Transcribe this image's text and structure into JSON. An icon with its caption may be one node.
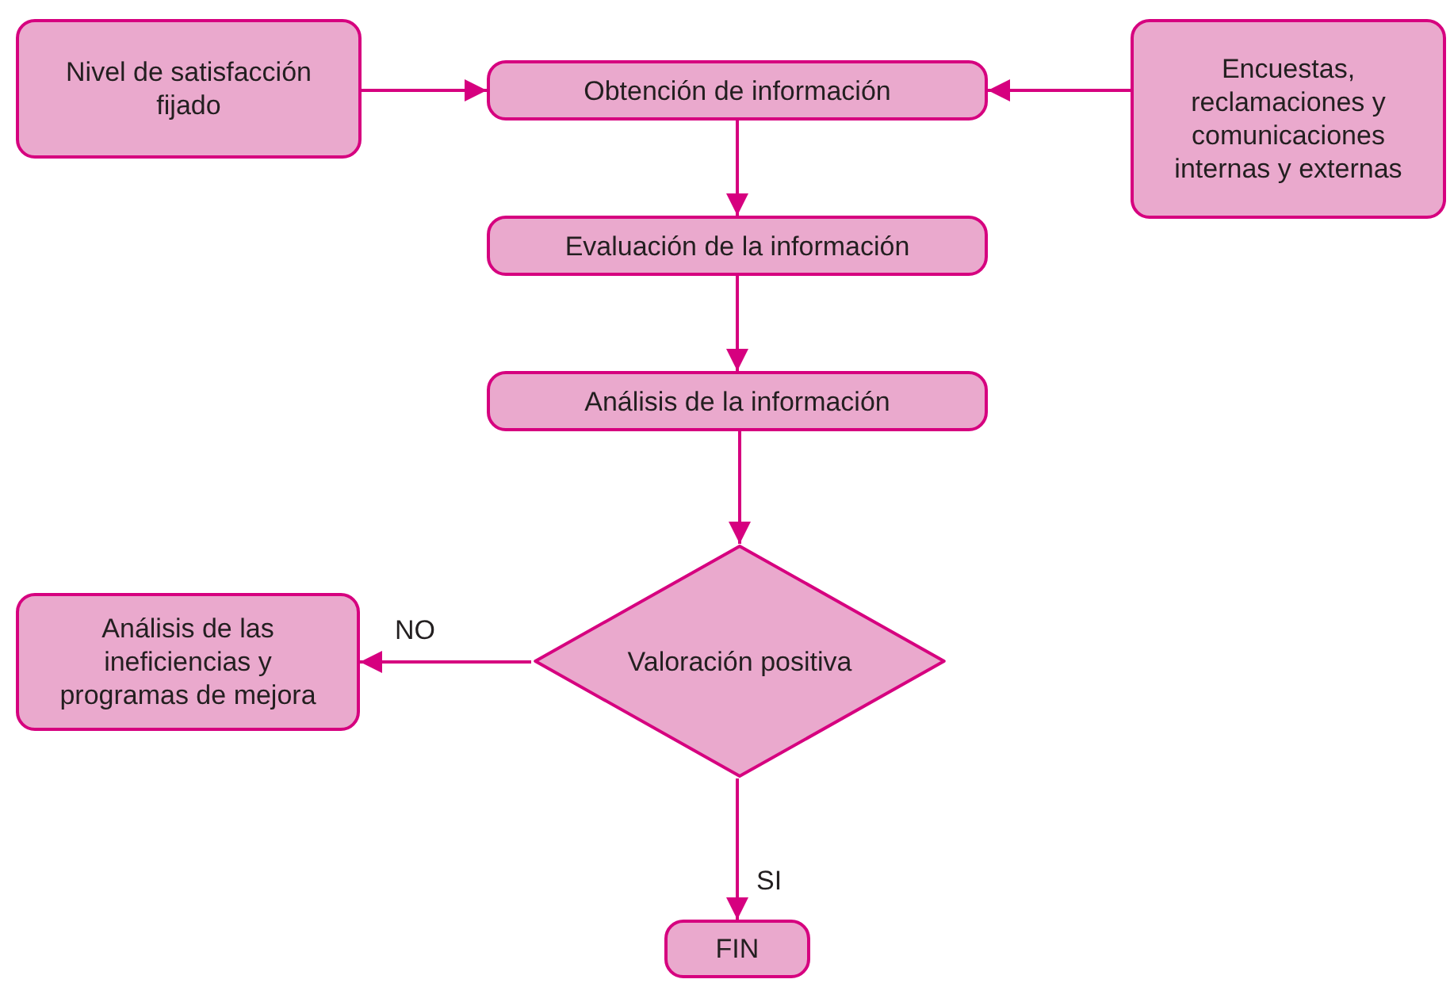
{
  "diagram": {
    "nodes": [
      {
        "text": [
          "Nivel de satisfacción fijado"
        ]
      },
      {
        "text": [
          "Obtención de información"
        ]
      },
      {
        "text": [
          "Encuestas, reclamaciones y comunicaciones internas y externas"
        ]
      },
      {
        "text": [
          "Evaluación de la información"
        ]
      },
      {
        "text": [
          "Análisis de la información"
        ]
      },
      {
        "text": [
          "Valoración positiva"
        ]
      },
      {
        "text": [
          "Análisis de las ineficiencias y programas de mejora"
        ]
      },
      {
        "text": [
          "FIN"
        ]
      }
    ],
    "edges": [
      {
        "from": 0,
        "to": 1,
        "arrow": "to"
      },
      {
        "from": 2,
        "to": 1,
        "arrow": "to"
      },
      {
        "from": 1,
        "to": 3,
        "arrow": "to"
      },
      {
        "from": 3,
        "to": 4,
        "arrow": "to"
      },
      {
        "from": 4,
        "to": 5,
        "arrow": "to"
      },
      {
        "from": 5,
        "to": 6,
        "arrow": "to",
        "label": "NO"
      },
      {
        "from": 5,
        "to": 7,
        "arrow": "to",
        "label": "SI"
      }
    ]
  }
}
